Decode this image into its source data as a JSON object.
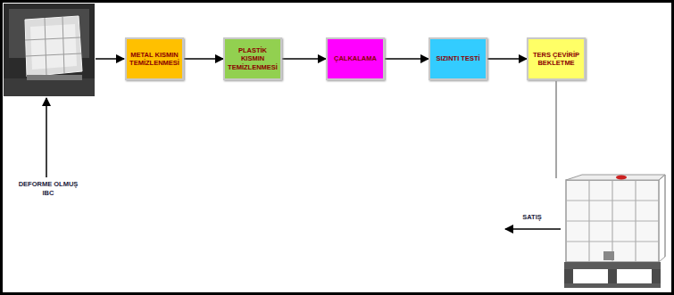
{
  "diagram": {
    "nodes": [
      {
        "text": [
          "METAL KISMIN TEMİZLENMESİ"
        ]
      },
      {
        "text": [
          "PLASTİK KISMIN TEMİZLENMESİ"
        ]
      },
      {
        "text": [
          "ÇALKALAMA"
        ]
      },
      {
        "text": [
          "SIZINTI TESTİ"
        ]
      },
      {
        "text": [
          "TERS ÇEVİRİP BEKLETME"
        ]
      }
    ],
    "edges": [
      {
        "from": 0,
        "to": 1,
        "arrow": "to"
      },
      {
        "from": 1,
        "to": 2,
        "arrow": "to"
      },
      {
        "from": 2,
        "to": 3,
        "arrow": "to"
      },
      {
        "from": 3,
        "to": 4,
        "arrow": "to"
      }
    ],
    "labels": [
      "DEFORME OLMUŞ IBC",
      "SATIŞ"
    ]
  }
}
